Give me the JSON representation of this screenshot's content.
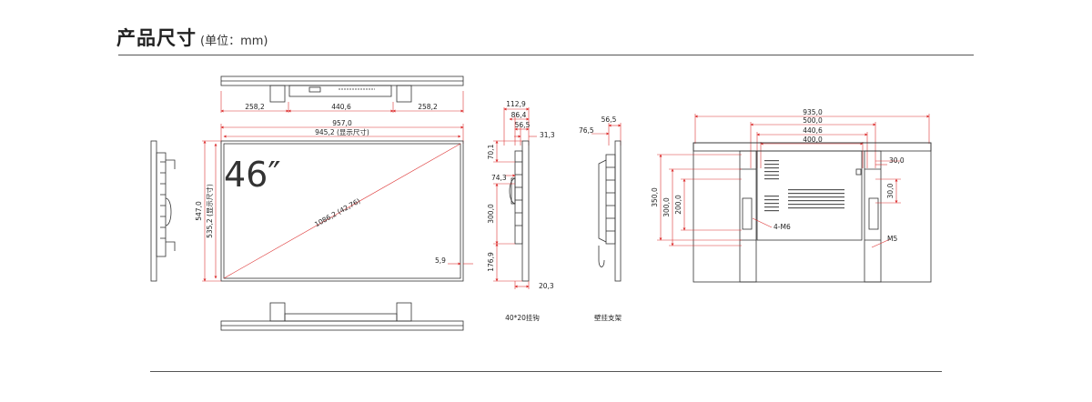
{
  "header": {
    "title": "产品尺寸",
    "unit": "(单位：mm)"
  },
  "front_view": {
    "size_label": "46″",
    "width_overall": "957,0",
    "width_display": "945,2 (显示尺寸)",
    "height_overall": "547,0",
    "height_display": "535,2 (显示尺寸)",
    "diagonal": "1086,2 (42,76)",
    "bezel": "5,9"
  },
  "top_view": {
    "seg_left": "258,2",
    "seg_middle": "440,6",
    "seg_right": "258,2"
  },
  "side_view": {
    "d1": "112,9",
    "d2": "86,4",
    "d3": "56,5",
    "d4": "31,3",
    "v1": "70,1",
    "v2": "74,3",
    "v3": "300,0",
    "v4": "176,9",
    "bottom": "20,3",
    "caption": "40*20挂钩"
  },
  "wall_view": {
    "d1": "56,5",
    "d2": "76,5",
    "caption": "壁挂支架"
  },
  "rear_view": {
    "w1": "935,0",
    "w2": "500,0",
    "w3": "440,6",
    "w4": "400,0",
    "h1": "350,0",
    "h2": "300,0",
    "h3": "200,0",
    "r1": "30,0",
    "r2": "30,0",
    "screw_label": "4-M6",
    "m5_label": "M5"
  }
}
